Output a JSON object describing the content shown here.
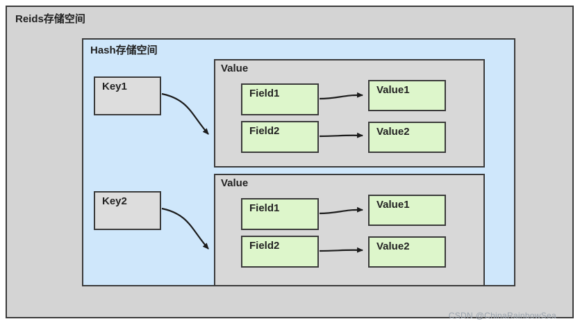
{
  "diagram": {
    "outer_label": "Reids存储空间",
    "hash_label": "Hash存储空间",
    "watermark": "CSDN @ChinaRainbowSea",
    "groups": [
      {
        "key": "Key1",
        "value_label": "Value",
        "rows": [
          {
            "field": "Field1",
            "value": "Value1"
          },
          {
            "field": "Field2",
            "value": "Value2"
          }
        ]
      },
      {
        "key": "Key2",
        "value_label": "Value",
        "rows": [
          {
            "field": "Field1",
            "value": "Value1"
          },
          {
            "field": "Field2",
            "value": "Value2"
          }
        ]
      }
    ],
    "colors": {
      "outer_bg": "#d4d4d4",
      "hash_bg": "#cfe7fb",
      "value_bg": "#d8d8d8",
      "field_bg": "#ddf6cb",
      "key_bg": "#dddddd",
      "border": "#3a3a3a",
      "arrow": "#1c1c1c"
    }
  }
}
